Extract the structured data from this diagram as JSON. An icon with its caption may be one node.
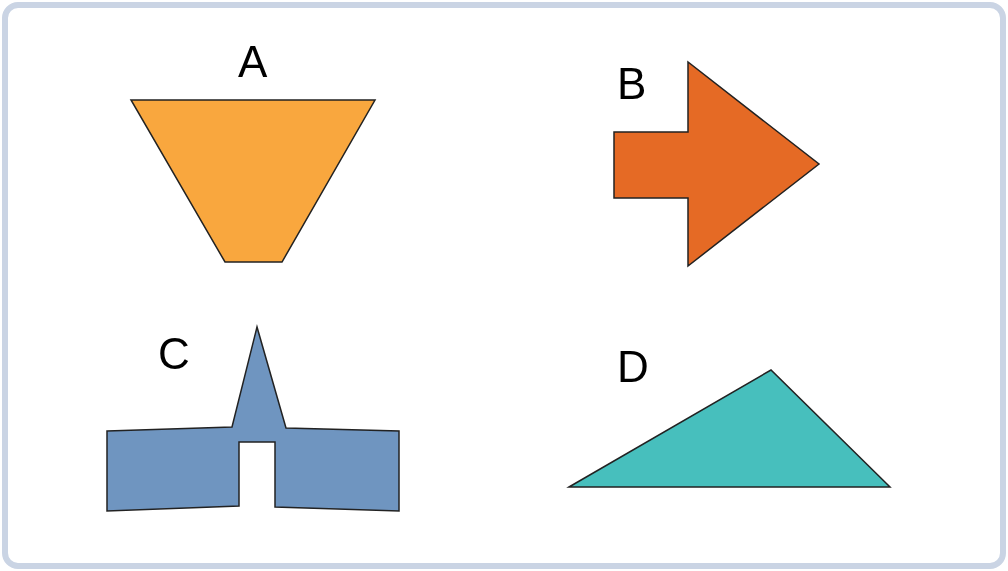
{
  "diagram": {
    "nodes": [
      {
        "text": [
          "A"
        ]
      },
      {
        "text": [
          "B"
        ]
      },
      {
        "text": [
          "C"
        ]
      },
      {
        "text": [
          "D"
        ]
      }
    ]
  }
}
